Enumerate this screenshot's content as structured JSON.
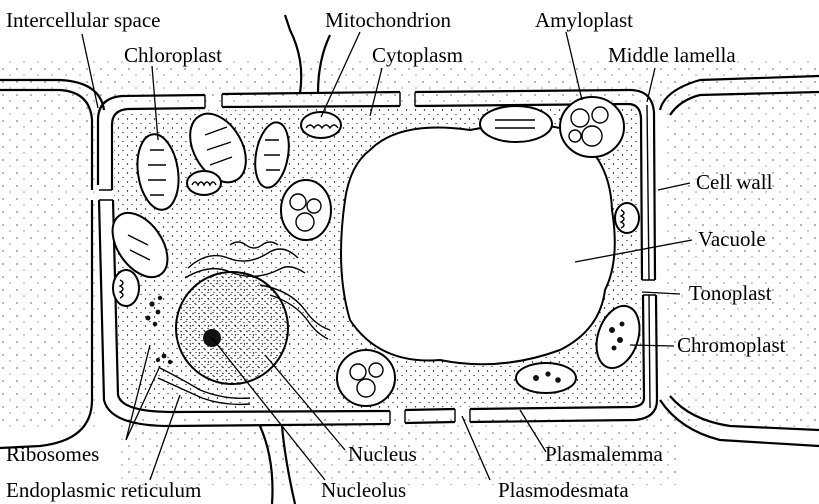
{
  "labels": {
    "intercellular_space": "Intercellular space",
    "mitochondrion": "Mitochondrion",
    "amyloplast": "Amyloplast",
    "chloroplast": "Chloroplast",
    "cytoplasm": "Cytoplasm",
    "middle_lamella": "Middle lamella",
    "cell_wall": "Cell wall",
    "vacuole": "Vacuole",
    "tonoplast": "Tonoplast",
    "chromoplast": "Chromoplast",
    "ribosomes": "Ribosomes",
    "nucleus": "Nucleus",
    "plasmalemma": "Plasmalemma",
    "endoplasmic_reticulum": "Endoplasmic reticulum",
    "nucleolus": "Nucleolus",
    "plasmodesmata": "Plasmodesmata"
  }
}
